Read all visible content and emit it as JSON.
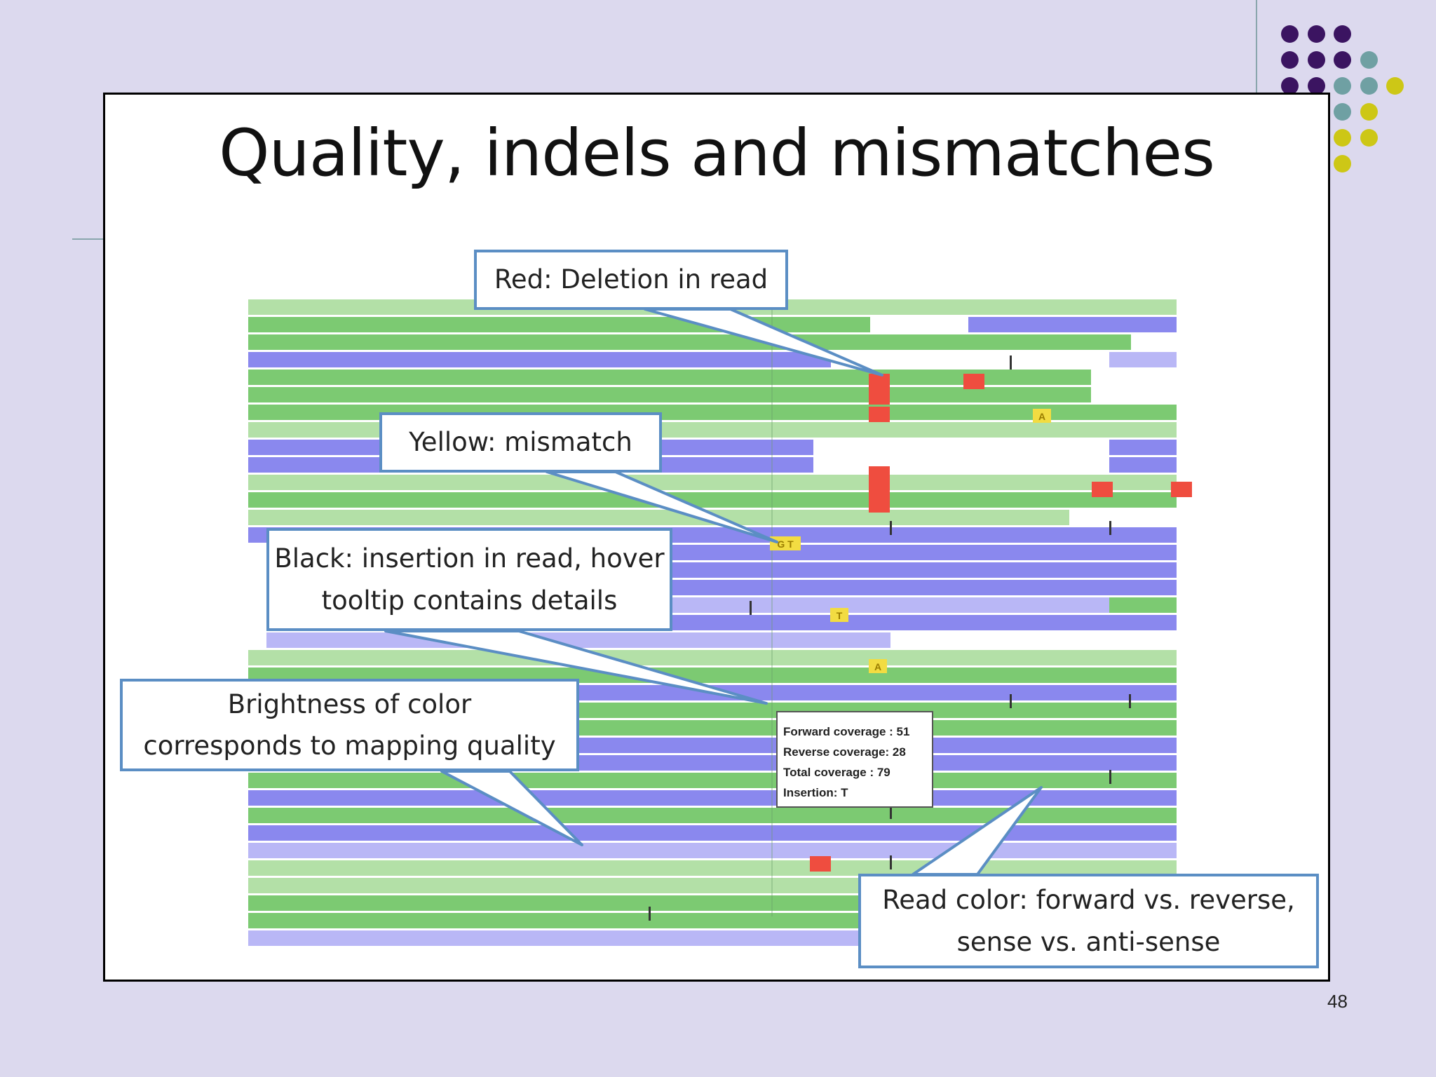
{
  "slide": {
    "title": "Quality, indels and mismatches",
    "page_number": "48"
  },
  "callouts": {
    "deletion": "Red: Deletion in read",
    "mismatch": "Yellow: mismatch",
    "insertion": "Black: insertion in read, hover\ntooltip contains details",
    "brightness": "Brightness of color\ncorresponds to mapping quality",
    "read_color": "Read color: forward vs. reverse,\nsense vs. anti-sense"
  },
  "tooltip": {
    "line1": "Forward coverage : 51",
    "line2": "Reverse coverage: 28",
    "line3": "Total coverage : 79",
    "line4": "Insertion: T"
  },
  "mismatch_bases": {
    "a1": "A",
    "gt": "G T",
    "t1": "T",
    "a2": "A"
  },
  "colors": {
    "forward_read": "#7cca72",
    "forward_read_light": "#b3e0a7",
    "reverse_read": "#8a88ee",
    "reverse_read_light": "#b9b7f6",
    "deletion": "#ef4d3f",
    "mismatch": "#f2dc42",
    "callout_border": "#5b8ec4",
    "background": "#dcd9ee"
  }
}
